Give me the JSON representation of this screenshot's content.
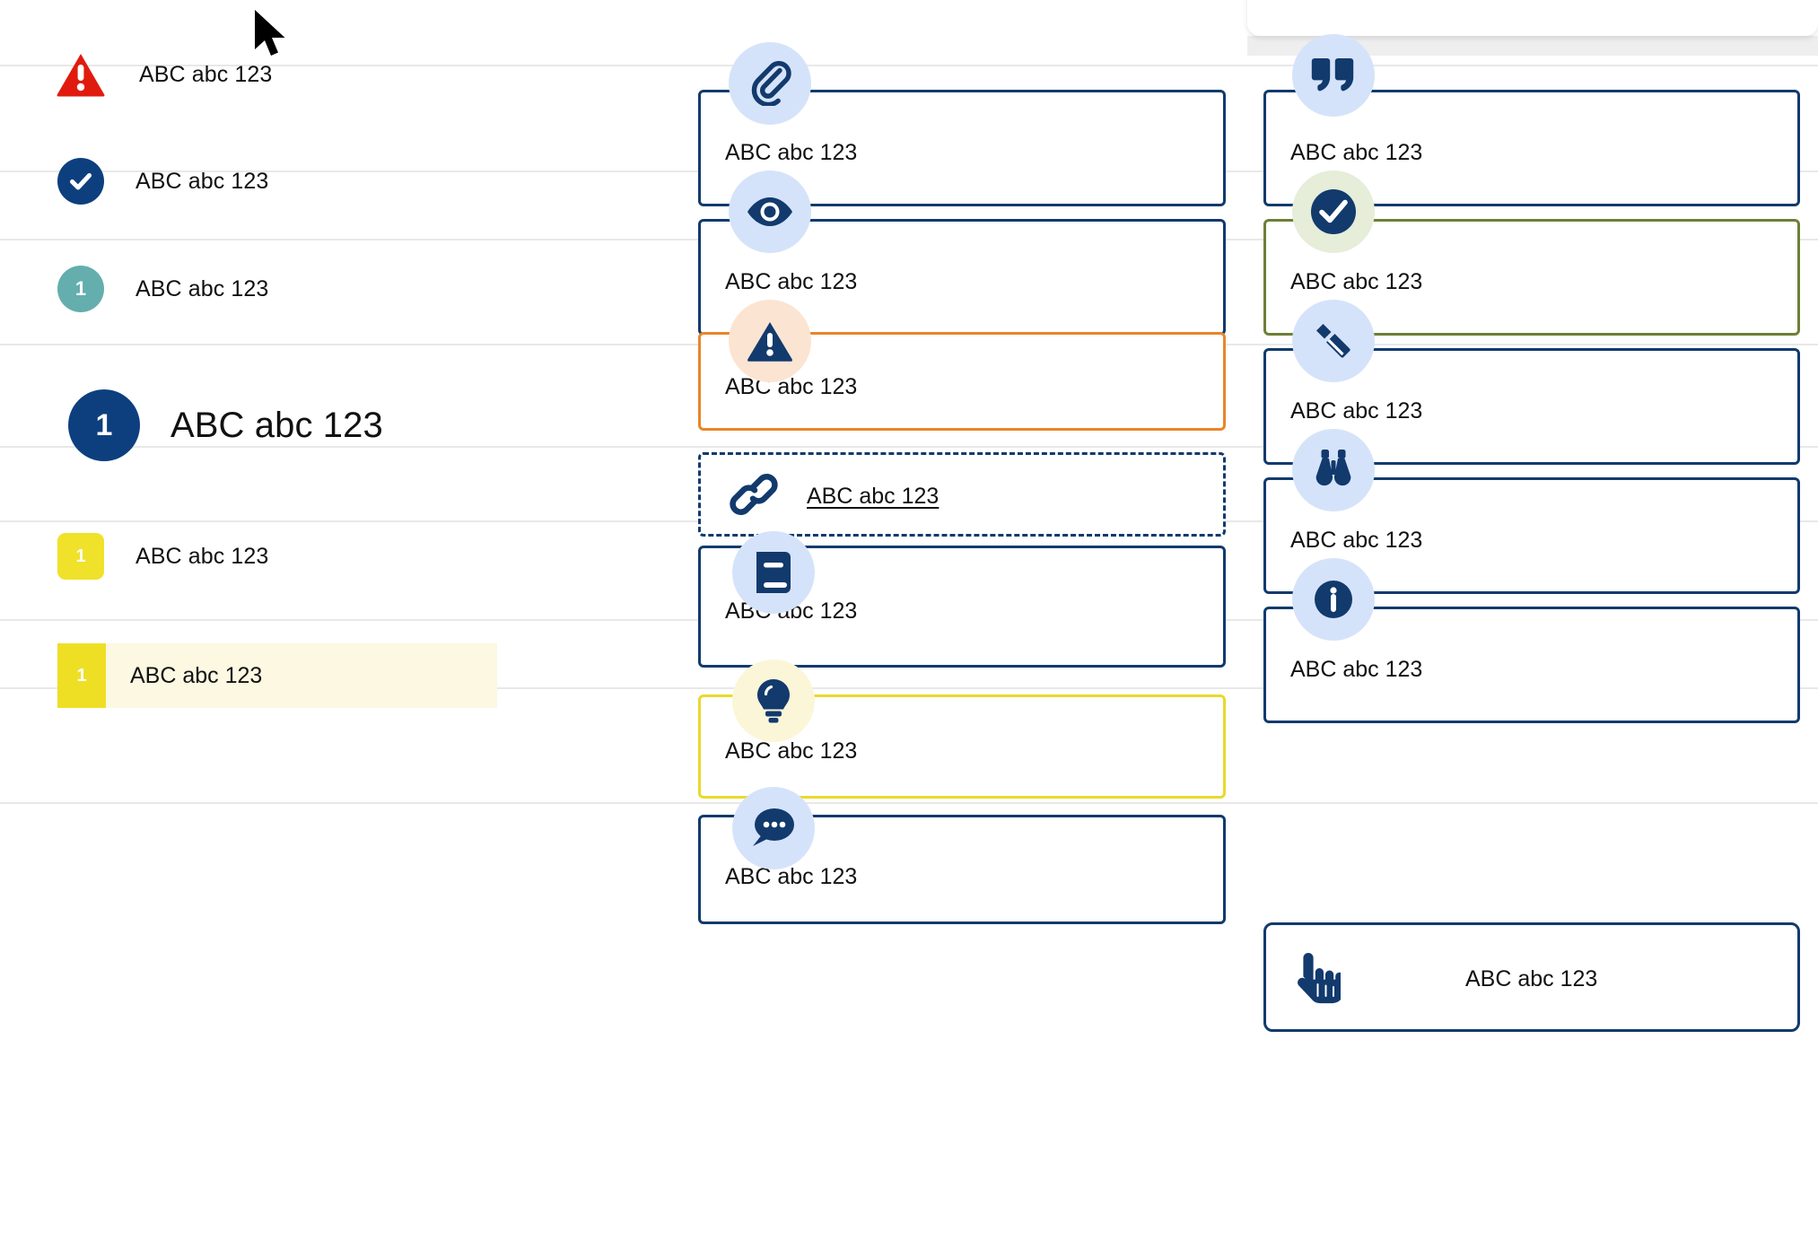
{
  "sample_text": "ABC abc 123",
  "colors": {
    "navy": "#123a6d",
    "navy_badge": "#0d3f7f",
    "red": "#e01b0e",
    "teal": "#64aeae",
    "yellow": "#f0e12a",
    "yellow_border": "#ead92b",
    "orange": "#e8862a",
    "olive": "#6e7f36",
    "bubble_blue": "#d5e3fa",
    "bubble_peach": "#fce4d2",
    "bubble_cream": "#fbf6d8",
    "bubble_mint": "#e6edd9",
    "highlight_bg": "#fcf8e2",
    "highlight_stripe": "#eedf25",
    "divider": "#e8e8e8"
  },
  "left_column": {
    "items": [
      {
        "icon": "warning-triangle-icon",
        "badge_style": "red-triangle",
        "badge_text": "",
        "label": "ABC abc 123"
      },
      {
        "icon": "check-circle-icon",
        "badge_style": "navy-circle",
        "badge_text": "",
        "label": "ABC abc 123"
      },
      {
        "icon": "number-badge-icon",
        "badge_style": "teal-circle",
        "badge_text": "1",
        "label": "ABC abc 123"
      },
      {
        "icon": "number-badge-icon",
        "badge_style": "navy-circle-large",
        "badge_text": "1",
        "label": "ABC abc 123"
      },
      {
        "icon": "number-badge-icon",
        "badge_style": "yellow-square",
        "badge_text": "1",
        "label": "ABC abc 123"
      },
      {
        "icon": "number-badge-icon",
        "badge_style": "yellow-stripe-highlight",
        "badge_text": "1",
        "label": "ABC abc 123"
      }
    ]
  },
  "middle_column": {
    "cards": [
      {
        "icon": "paperclip-icon",
        "bubble": "blue",
        "border": "navy",
        "label": "ABC abc 123"
      },
      {
        "icon": "eye-icon",
        "bubble": "blue",
        "border": "navy",
        "label": "ABC abc 123"
      },
      {
        "icon": "warning-triangle-icon",
        "bubble": "peach",
        "border": "orange",
        "label": "ABC abc 123"
      },
      {
        "icon": "link-chain-icon",
        "bubble": "none",
        "border": "navy-dashed",
        "label": "ABC abc 123",
        "link": true
      },
      {
        "icon": "book-icon",
        "bubble": "blue",
        "border": "navy",
        "label": "ABC abc 123"
      },
      {
        "icon": "lightbulb-icon",
        "bubble": "cream",
        "border": "yellow",
        "label": "ABC abc 123"
      },
      {
        "icon": "comment-bubble-icon",
        "bubble": "blue",
        "border": "navy",
        "label": "ABC abc 123"
      }
    ]
  },
  "right_column": {
    "cards": [
      {
        "icon": "quote-marks-icon",
        "bubble": "blue",
        "border": "navy",
        "label": "ABC abc 123"
      },
      {
        "icon": "check-circle-icon",
        "bubble": "mint",
        "border": "olive",
        "label": "ABC abc 123"
      },
      {
        "icon": "pencil-icon",
        "bubble": "blue",
        "border": "navy",
        "label": "ABC abc 123"
      },
      {
        "icon": "binoculars-icon",
        "bubble": "blue",
        "border": "navy",
        "label": "ABC abc 123"
      },
      {
        "icon": "info-circle-icon",
        "bubble": "blue",
        "border": "navy",
        "label": "ABC abc 123"
      },
      {
        "icon": "pointing-hand-icon",
        "bubble": "none",
        "border": "navy",
        "label": "ABC abc 123"
      }
    ]
  },
  "cursor": {
    "name": "mouse-pointer"
  }
}
